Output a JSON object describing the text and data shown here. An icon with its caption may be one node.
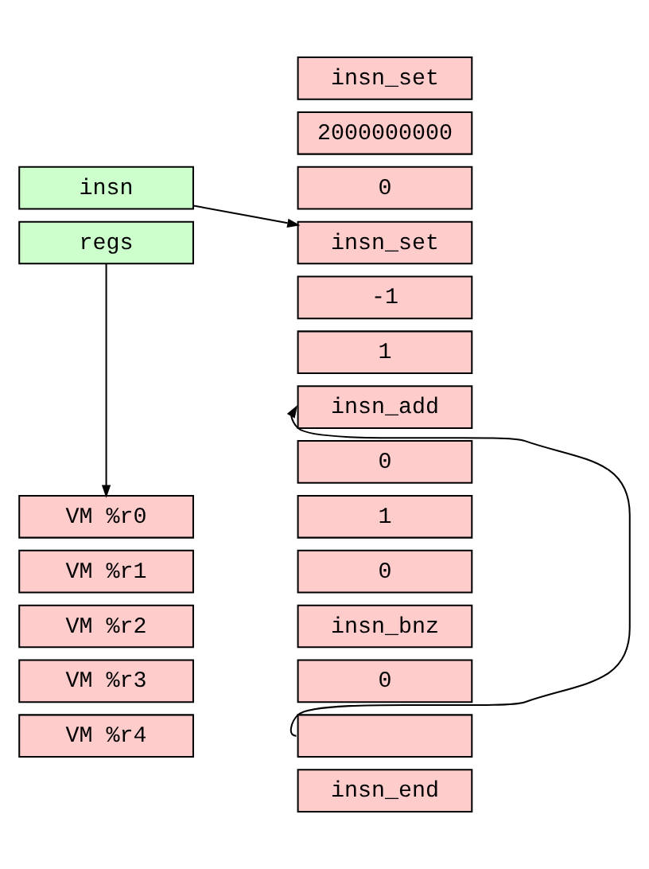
{
  "diagram": {
    "nodes": [
      {
        "text": [
          "insn"
        ]
      },
      {
        "text": [
          "regs"
        ]
      },
      {
        "text": [
          "VM %r0"
        ]
      },
      {
        "text": [
          "VM %r1"
        ]
      },
      {
        "text": [
          "VM %r2"
        ]
      },
      {
        "text": [
          "VM %r3"
        ]
      },
      {
        "text": [
          "VM %r4"
        ]
      },
      {
        "text": [
          "insn_set"
        ]
      },
      {
        "text": [
          "2000000000"
        ]
      },
      {
        "text": [
          "0"
        ]
      },
      {
        "text": [
          "insn_set"
        ]
      },
      {
        "text": [
          "-1"
        ]
      },
      {
        "text": [
          "1"
        ]
      },
      {
        "text": [
          "insn_add"
        ]
      },
      {
        "text": [
          "0"
        ]
      },
      {
        "text": [
          "1"
        ]
      },
      {
        "text": [
          "0"
        ]
      },
      {
        "text": [
          "insn_bnz"
        ]
      },
      {
        "text": [
          "0"
        ]
      },
      {
        "text": [],
        "shape": "box"
      },
      {
        "text": [
          "insn_end"
        ]
      }
    ],
    "edges": [
      {
        "from": 0,
        "to": 10,
        "arrow": "to"
      },
      {
        "from": 1,
        "to": 2,
        "arrow": "to"
      },
      {
        "from": 19,
        "to": 13,
        "arrow": "to"
      }
    ]
  }
}
